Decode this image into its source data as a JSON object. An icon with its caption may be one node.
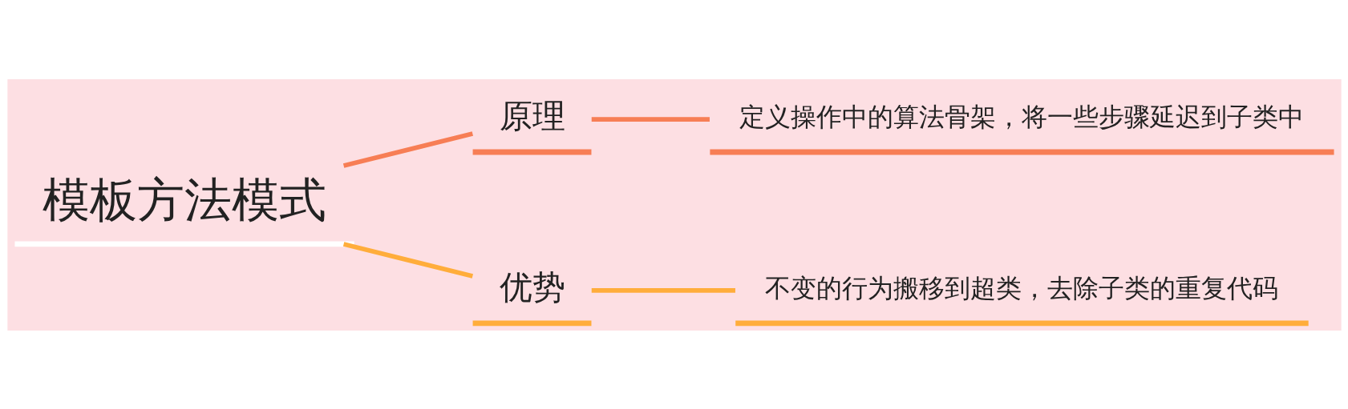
{
  "diagram": {
    "nodes": [
      {
        "text": [
          "模板方法模式"
        ]
      },
      {
        "text": [
          "原理"
        ]
      },
      {
        "text": [
          "定义操作中的算法骨架，将一些步骤延迟到子类中"
        ]
      },
      {
        "text": [
          "优势"
        ]
      },
      {
        "text": [
          "不变的行为搬移到超类，去除子类的重复代码"
        ]
      }
    ],
    "edges": [
      {
        "from": 0,
        "to": 1,
        "arrow": "none",
        "color": "#f77e55"
      },
      {
        "from": 1,
        "to": 2,
        "arrow": "none",
        "color": "#f77e55"
      },
      {
        "from": 0,
        "to": 3,
        "arrow": "none",
        "color": "#ffad3b"
      },
      {
        "from": 3,
        "to": 4,
        "arrow": "none",
        "color": "#ffad3b"
      }
    ]
  }
}
